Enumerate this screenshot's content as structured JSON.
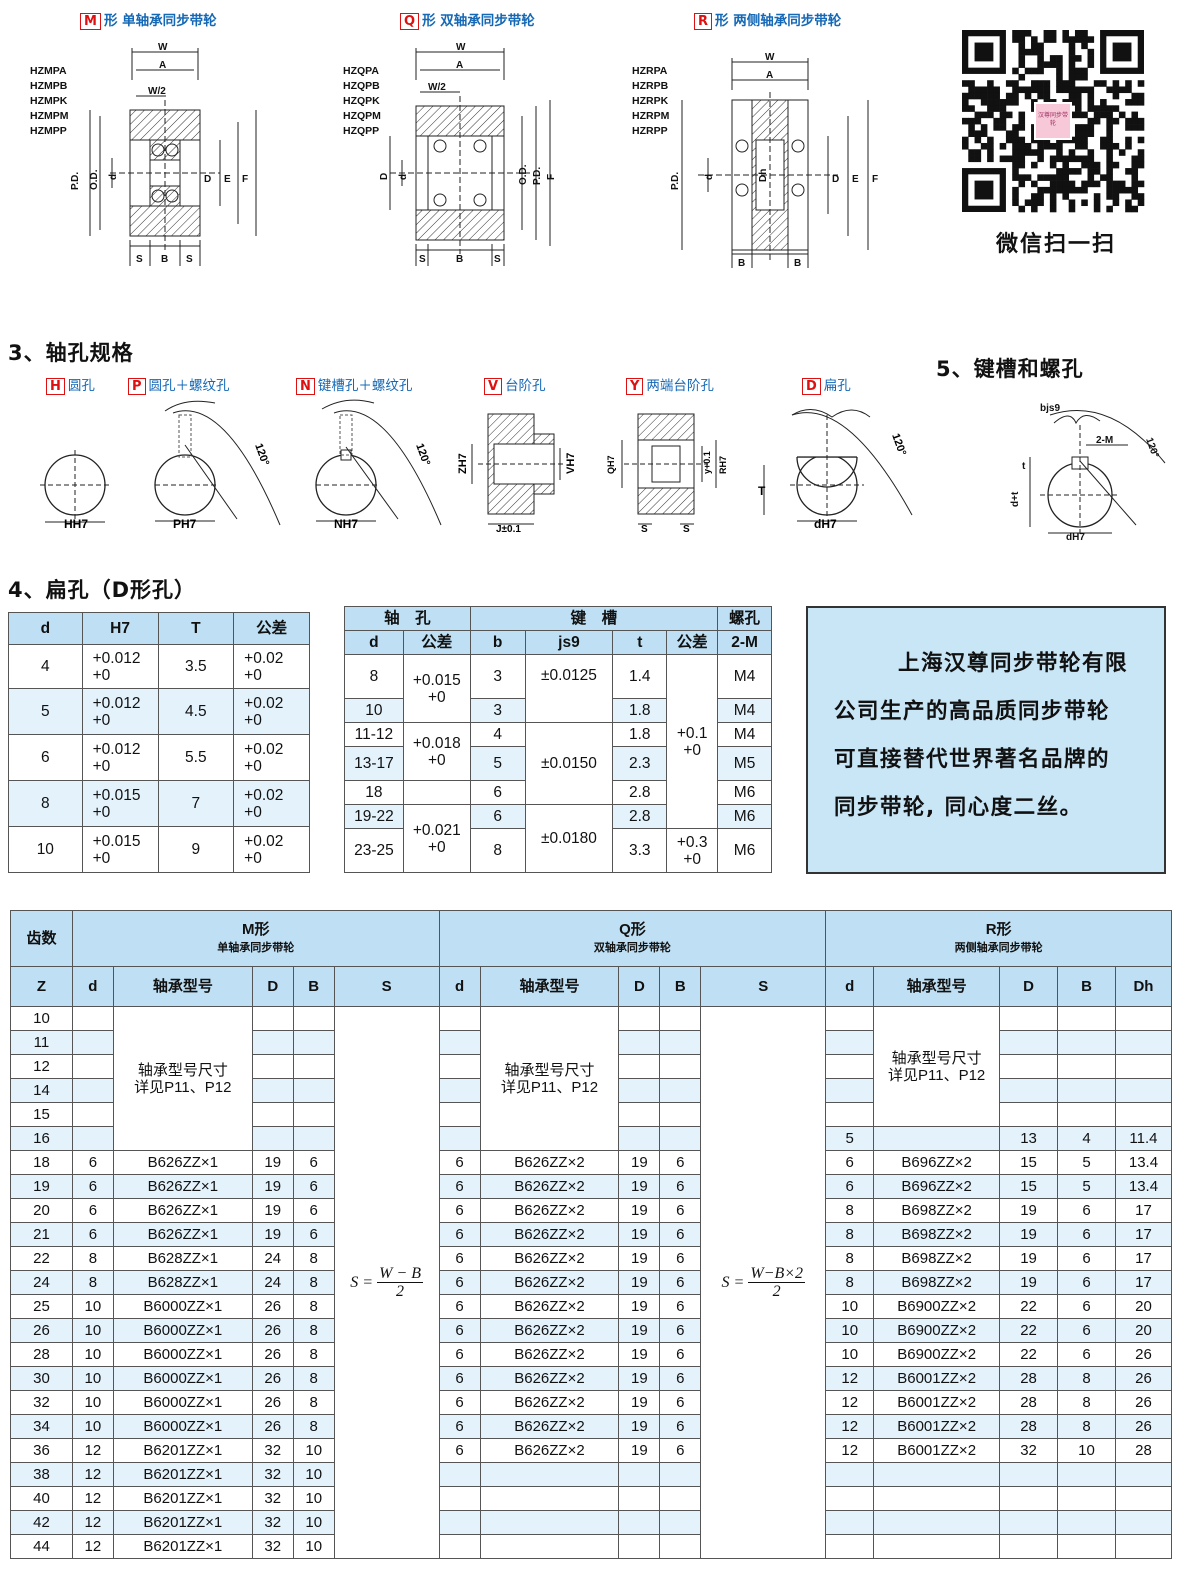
{
  "types": [
    {
      "tag": "M",
      "label": "形 单轴承同步带轮",
      "models": [
        "HZMPA",
        "HZMPB",
        "HZMPK",
        "HZMPM",
        "HZMPP"
      ]
    },
    {
      "tag": "Q",
      "label": "形 双轴承同步带轮",
      "models": [
        "HZQPA",
        "HZQPB",
        "HZQPK",
        "HZQPM",
        "HZQPP"
      ]
    },
    {
      "tag": "R",
      "label": "形 两侧轴承同步带轮",
      "models": [
        "HZRPA",
        "HZRPB",
        "HZRPK",
        "HZRPM",
        "HZRPP"
      ]
    }
  ],
  "diagram_labels": {
    "W": "W",
    "A": "A",
    "W2": "W/2",
    "PD": "P.D.",
    "OD": "O.D.",
    "d": "d",
    "D": "D",
    "E": "E",
    "F": "F",
    "S": "S",
    "B": "B",
    "Dh": "Dh"
  },
  "qr_caption": "微信扫一扫",
  "qr_logo_text": "汉尊同步带轮",
  "section3": {
    "title": "3、轴孔规格",
    "holes": [
      {
        "tag": "H",
        "label": "圆孔",
        "dim": "HH7"
      },
      {
        "tag": "P",
        "label": "圆孔＋螺纹孔",
        "dim": "PH7",
        "angle": "120°"
      },
      {
        "tag": "N",
        "label": "键槽孔＋螺纹孔",
        "dim": "NH7",
        "angle": "120°"
      },
      {
        "tag": "V",
        "label": "台阶孔",
        "dims": [
          "ZH7",
          "VH7",
          "J±0.1"
        ]
      },
      {
        "tag": "Y",
        "label": "两端台阶孔",
        "dims": [
          "QH7",
          "RH7",
          "y+0.1",
          "S"
        ]
      },
      {
        "tag": "D",
        "label": "扁孔",
        "dims": [
          "T",
          "dH7"
        ],
        "angle": "120°"
      }
    ]
  },
  "section5": {
    "title": "5、键槽和螺孔",
    "labels": [
      "bjs9",
      "t",
      "2-M",
      "d+t",
      "dH7",
      "120°"
    ]
  },
  "section4": {
    "title": "4、扁孔（D形孔）"
  },
  "table1": {
    "headers": [
      "d",
      "H7",
      "T",
      "公差"
    ],
    "rows": [
      [
        "4",
        "+0.012\n+0",
        "3.5",
        "+0.02\n+0"
      ],
      [
        "5",
        "+0.012\n+0",
        "4.5",
        "+0.02\n+0"
      ],
      [
        "6",
        "+0.012\n+0",
        "5.5",
        "+0.02\n+0"
      ],
      [
        "8",
        "+0.015\n+0",
        "7",
        "+0.02\n+0"
      ],
      [
        "10",
        "+0.015\n+0",
        "9",
        "+0.02\n+0"
      ]
    ]
  },
  "table2": {
    "group_headers": [
      "轴　孔",
      "键　槽",
      "螺孔"
    ],
    "headers": [
      "d",
      "公差",
      "b",
      "js9",
      "t",
      "公差",
      "2-M"
    ],
    "tol_a": "+0.015\n+0",
    "tol_b": "+0.018\n+0",
    "tol_c": "+0.021\n+0",
    "js_a": "±0.0125",
    "js_b": "±0.0150",
    "js_c": "±0.0180",
    "ttol_a": "+0.1\n+0",
    "ttol_b": "+0.3\n+0",
    "rows": [
      {
        "d": "8",
        "b": "3",
        "t": "1.4",
        "m": "M4"
      },
      {
        "d": "10",
        "b": "3",
        "t": "1.8",
        "m": "M4"
      },
      {
        "d": "11-12",
        "b": "4",
        "t": "1.8",
        "m": "M4"
      },
      {
        "d": "13-17",
        "b": "5",
        "t": "2.3",
        "m": "M5"
      },
      {
        "d": "18",
        "b": "6",
        "t": "2.8",
        "m": "M6"
      },
      {
        "d": "19-22",
        "b": "6",
        "t": "2.8",
        "m": "M6"
      },
      {
        "d": "23-25",
        "b": "8",
        "t": "3.3",
        "m": "M6"
      }
    ]
  },
  "note": [
    "上海汉尊同步带轮有限",
    "公司生产的高品质同步带轮",
    "可直接替代世界著名品牌的",
    "同步带轮, 同心度二丝。"
  ],
  "table3": {
    "corner": "齿数",
    "groups": [
      {
        "title": "M形",
        "sub": "单轴承同步带轮"
      },
      {
        "title": "Q形",
        "sub": "双轴承同步带轮"
      },
      {
        "title": "R形",
        "sub": "两侧轴承同步带轮"
      }
    ],
    "headers": [
      "Z",
      "d",
      "轴承型号",
      "D",
      "B",
      "S",
      "d",
      "轴承型号",
      "D",
      "B",
      "S",
      "d",
      "轴承型号",
      "D",
      "B",
      "Dh"
    ],
    "see_note": "轴承型号尺寸\n详见P11、P12",
    "formula_m": {
      "lhs": "S",
      "num": "W − B",
      "den": "2"
    },
    "formula_q": {
      "lhs": "S",
      "num": "W−B×2",
      "den": "2"
    },
    "rows": [
      {
        "z": "10",
        "m": [
          "",
          "",
          ""
        ],
        "q": [
          "",
          "",
          ""
        ],
        "r": [
          "",
          "",
          "",
          "",
          ""
        ]
      },
      {
        "z": "11",
        "m": [
          "",
          "",
          ""
        ],
        "q": [
          "",
          "",
          ""
        ],
        "r": [
          "",
          "",
          "",
          "",
          ""
        ]
      },
      {
        "z": "12",
        "m": [
          "",
          "",
          ""
        ],
        "q": [
          "",
          "",
          ""
        ],
        "r": [
          "",
          "",
          "",
          "",
          ""
        ]
      },
      {
        "z": "14",
        "m": [
          "",
          "",
          ""
        ],
        "q": [
          "",
          "",
          ""
        ],
        "r": [
          "",
          "",
          "",
          "",
          ""
        ]
      },
      {
        "z": "15",
        "m": [
          "",
          "",
          ""
        ],
        "q": [
          "",
          "",
          ""
        ],
        "r": [
          "",
          "",
          "",
          "",
          ""
        ]
      },
      {
        "z": "16",
        "m": [
          "",
          "",
          ""
        ],
        "q": [
          "",
          "",
          ""
        ],
        "r": [
          "5",
          "",
          "13",
          "4",
          "11.4"
        ]
      },
      {
        "z": "18",
        "m": [
          "6",
          "B626ZZ×1",
          "19",
          "6"
        ],
        "q": [
          "6",
          "B626ZZ×2",
          "19",
          "6"
        ],
        "r": [
          "6",
          "B696ZZ×2",
          "15",
          "5",
          "13.4"
        ]
      },
      {
        "z": "19",
        "m": [
          "6",
          "B626ZZ×1",
          "19",
          "6"
        ],
        "q": [
          "6",
          "B626ZZ×2",
          "19",
          "6"
        ],
        "r": [
          "6",
          "B696ZZ×2",
          "15",
          "5",
          "13.4"
        ]
      },
      {
        "z": "20",
        "m": [
          "6",
          "B626ZZ×1",
          "19",
          "6"
        ],
        "q": [
          "6",
          "B626ZZ×2",
          "19",
          "6"
        ],
        "r": [
          "8",
          "B698ZZ×2",
          "19",
          "6",
          "17"
        ]
      },
      {
        "z": "21",
        "m": [
          "6",
          "B626ZZ×1",
          "19",
          "6"
        ],
        "q": [
          "6",
          "B626ZZ×2",
          "19",
          "6"
        ],
        "r": [
          "8",
          "B698ZZ×2",
          "19",
          "6",
          "17"
        ]
      },
      {
        "z": "22",
        "m": [
          "8",
          "B628ZZ×1",
          "24",
          "8"
        ],
        "q": [
          "6",
          "B626ZZ×2",
          "19",
          "6"
        ],
        "r": [
          "8",
          "B698ZZ×2",
          "19",
          "6",
          "17"
        ]
      },
      {
        "z": "24",
        "m": [
          "8",
          "B628ZZ×1",
          "24",
          "8"
        ],
        "q": [
          "6",
          "B626ZZ×2",
          "19",
          "6"
        ],
        "r": [
          "8",
          "B698ZZ×2",
          "19",
          "6",
          "17"
        ]
      },
      {
        "z": "25",
        "m": [
          "10",
          "B6000ZZ×1",
          "26",
          "8"
        ],
        "q": [
          "6",
          "B626ZZ×2",
          "19",
          "6"
        ],
        "r": [
          "10",
          "B6900ZZ×2",
          "22",
          "6",
          "20"
        ]
      },
      {
        "z": "26",
        "m": [
          "10",
          "B6000ZZ×1",
          "26",
          "8"
        ],
        "q": [
          "6",
          "B626ZZ×2",
          "19",
          "6"
        ],
        "r": [
          "10",
          "B6900ZZ×2",
          "22",
          "6",
          "20"
        ]
      },
      {
        "z": "28",
        "m": [
          "10",
          "B6000ZZ×1",
          "26",
          "8"
        ],
        "q": [
          "6",
          "B626ZZ×2",
          "19",
          "6"
        ],
        "r": [
          "10",
          "B6900ZZ×2",
          "22",
          "6",
          "26"
        ]
      },
      {
        "z": "30",
        "m": [
          "10",
          "B6000ZZ×1",
          "26",
          "8"
        ],
        "q": [
          "6",
          "B626ZZ×2",
          "19",
          "6"
        ],
        "r": [
          "12",
          "B6001ZZ×2",
          "28",
          "8",
          "26"
        ]
      },
      {
        "z": "32",
        "m": [
          "10",
          "B6000ZZ×1",
          "26",
          "8"
        ],
        "q": [
          "6",
          "B626ZZ×2",
          "19",
          "6"
        ],
        "r": [
          "12",
          "B6001ZZ×2",
          "28",
          "8",
          "26"
        ]
      },
      {
        "z": "34",
        "m": [
          "10",
          "B6000ZZ×1",
          "26",
          "8"
        ],
        "q": [
          "6",
          "B626ZZ×2",
          "19",
          "6"
        ],
        "r": [
          "12",
          "B6001ZZ×2",
          "28",
          "8",
          "26"
        ]
      },
      {
        "z": "36",
        "m": [
          "12",
          "B6201ZZ×1",
          "32",
          "10"
        ],
        "q": [
          "6",
          "B626ZZ×2",
          "19",
          "6"
        ],
        "r": [
          "12",
          "B6001ZZ×2",
          "32",
          "10",
          "28"
        ]
      },
      {
        "z": "38",
        "m": [
          "12",
          "B6201ZZ×1",
          "32",
          "10"
        ],
        "q": [
          "",
          "",
          "",
          ""
        ],
        "r": [
          "",
          "",
          "",
          "",
          ""
        ]
      },
      {
        "z": "40",
        "m": [
          "12",
          "B6201ZZ×1",
          "32",
          "10"
        ],
        "q": [
          "",
          "",
          "",
          ""
        ],
        "r": [
          "",
          "",
          "",
          "",
          ""
        ]
      },
      {
        "z": "42",
        "m": [
          "12",
          "B6201ZZ×1",
          "32",
          "10"
        ],
        "q": [
          "",
          "",
          "",
          ""
        ],
        "r": [
          "",
          "",
          "",
          "",
          ""
        ]
      },
      {
        "z": "44",
        "m": [
          "12",
          "B6201ZZ×1",
          "32",
          "10"
        ],
        "q": [
          "",
          "",
          "",
          ""
        ],
        "r": [
          "",
          "",
          "",
          "",
          ""
        ]
      }
    ]
  }
}
